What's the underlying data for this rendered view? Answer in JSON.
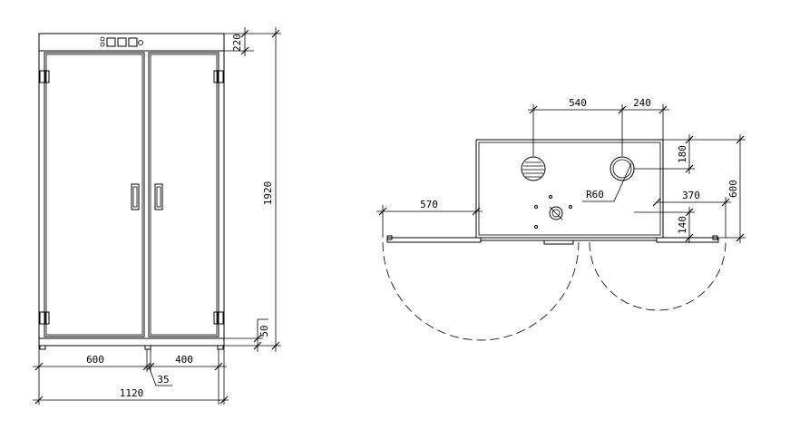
{
  "front_view": {
    "dimensions": {
      "top_height": "220",
      "total_height": "1920",
      "base_height": "50",
      "door_left": "600",
      "door_right": "400",
      "gap": "35",
      "total_width": "1120"
    }
  },
  "top_view": {
    "dimensions": {
      "vent_spacing": "540",
      "vent_offset": "240",
      "vent_depth": "180",
      "depth": "600",
      "door_reach_left": "570",
      "door_reach_right": "370",
      "bottom_offset": "140",
      "radius": "R60"
    }
  }
}
